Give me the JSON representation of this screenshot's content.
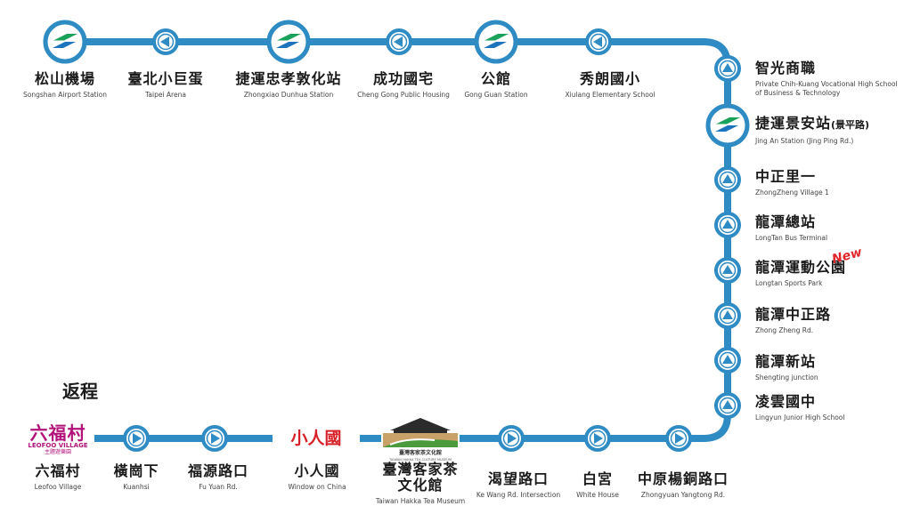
{
  "direction_label": "返程",
  "new_badge": "New",
  "colors": {
    "line": "#2e8bc4",
    "node_fill": "#ffffff",
    "accent_green": "#1aa15a",
    "badge_red": "#e1252a"
  },
  "logos": {
    "leofoo": {
      "name_zh": "六福村",
      "name_en": "LEOFOO VILLAGE",
      "tagline": "主題遊樂園"
    },
    "window": {
      "name_zh": "小人國"
    },
    "hakka": {
      "title": "臺灣客家茶文化館",
      "subtitle": "TAIWAN HAKKA TEA CULTURE MUSEUM"
    }
  },
  "stations": [
    {
      "id": "songshan",
      "zh": "松山機場",
      "en": "Songshan Airport Station",
      "kind": "mrt"
    },
    {
      "id": "taipei-arena",
      "zh": "臺北小巨蛋",
      "en": "Taipei Arena",
      "kind": "stop",
      "icon": "arrow-left"
    },
    {
      "id": "zhongxiao-dunhua",
      "zh": "捷運忠孝敦化站",
      "en": "Zhongxiao Dunhua Station",
      "kind": "mrt"
    },
    {
      "id": "cheng-gong",
      "zh": "成功國宅",
      "en": "Cheng Gong Public Housing",
      "kind": "stop",
      "icon": "arrow-left"
    },
    {
      "id": "gong-guan",
      "zh": "公館",
      "en": "Gong Guan Station",
      "kind": "mrt"
    },
    {
      "id": "xiulang",
      "zh": "秀朗國小",
      "en": "Xiulang Elementary School",
      "kind": "stop",
      "icon": "arrow-left"
    },
    {
      "id": "chih-kuang",
      "zh": "智光商職",
      "en": "Private Chih-Kuang Vocational High School",
      "en2": "of Business & Technology",
      "kind": "stop",
      "icon": "arrow-up"
    },
    {
      "id": "jing-an",
      "zh": "捷運景安站",
      "zh_suffix": "(景平路)",
      "en": "Jing An Station (Jing Ping Rd.)",
      "kind": "mrt"
    },
    {
      "id": "zhongzheng-village",
      "zh": "中正里一",
      "en": "ZhongZheng Village 1",
      "kind": "stop",
      "icon": "arrow-up"
    },
    {
      "id": "longtan-terminal",
      "zh": "龍潭總站",
      "en": "LongTan Bus Terminal",
      "kind": "stop",
      "icon": "arrow-up"
    },
    {
      "id": "longtan-sports",
      "zh": "龍潭運動公園",
      "en": "Longtan Sports Park",
      "kind": "stop",
      "icon": "arrow-up"
    },
    {
      "id": "longtan-zhongzheng",
      "zh": "龍潭中正路",
      "en": "Zhong Zheng Rd.",
      "kind": "stop",
      "icon": "arrow-up"
    },
    {
      "id": "longtan-new",
      "zh": "龍潭新站",
      "en": "Shengting junction",
      "kind": "stop",
      "icon": "arrow-up"
    },
    {
      "id": "lingyun",
      "zh": "凌雲國中",
      "en": "Lingyun Junior High School",
      "kind": "stop",
      "icon": "arrow-up"
    },
    {
      "id": "leofoo",
      "zh": "六福村",
      "en": "Leofoo Village",
      "kind": "logo"
    },
    {
      "id": "kuanhsi",
      "zh": "橫崗下",
      "en": "Kuanhsi",
      "kind": "stop",
      "icon": "arrow-right"
    },
    {
      "id": "fu-yuan",
      "zh": "福源路口",
      "en": "Fu Yuan Rd.",
      "kind": "stop",
      "icon": "arrow-right"
    },
    {
      "id": "window-china",
      "zh": "小人國",
      "en": "Window on China",
      "kind": "logo"
    },
    {
      "id": "hakka-museum",
      "zh": "臺灣客家茶",
      "zh2": "文化館",
      "en": "Taiwan Hakka Tea Museum",
      "kind": "logo"
    },
    {
      "id": "ke-wang",
      "zh": "渴望路口",
      "en": "Ke Wang Rd. Intersection",
      "kind": "stop",
      "icon": "arrow-right"
    },
    {
      "id": "white-house",
      "zh": "白宮",
      "en": "White House",
      "kind": "stop",
      "icon": "arrow-right"
    },
    {
      "id": "zhongyuan-yangtong",
      "zh": "中原楊銅路口",
      "en": "Zhongyuan Yangtong Rd.",
      "kind": "stop",
      "icon": "arrow-right"
    }
  ]
}
